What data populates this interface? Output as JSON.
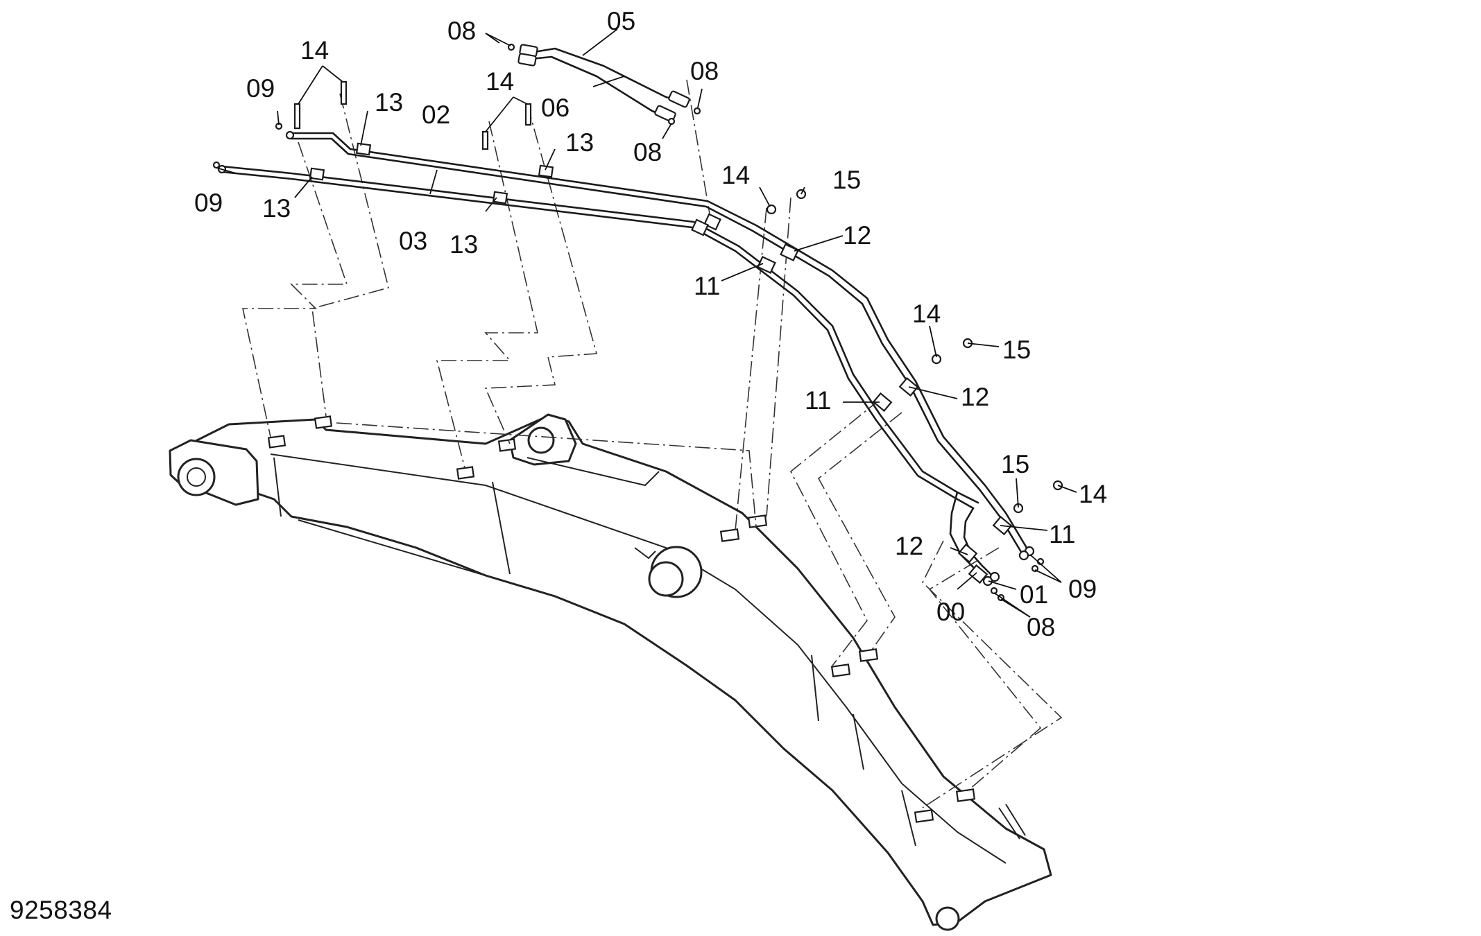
{
  "drawing": {
    "number": "9258384",
    "callouts": [
      {
        "id": "c-05",
        "text": "05"
      },
      {
        "id": "c-08-top",
        "text": "08"
      },
      {
        "id": "c-08-right",
        "text": "08"
      },
      {
        "id": "c-08-mid",
        "text": "08"
      },
      {
        "id": "c-08-bottom",
        "text": "08"
      },
      {
        "id": "c-06",
        "text": "06"
      },
      {
        "id": "c-14-a",
        "text": "14"
      },
      {
        "id": "c-14-b",
        "text": "14"
      },
      {
        "id": "c-14-c",
        "text": "14"
      },
      {
        "id": "c-14-d",
        "text": "14"
      },
      {
        "id": "c-14-e",
        "text": "14"
      },
      {
        "id": "c-09-a",
        "text": "09"
      },
      {
        "id": "c-09-b",
        "text": "09"
      },
      {
        "id": "c-09-c",
        "text": "09"
      },
      {
        "id": "c-13-a",
        "text": "13"
      },
      {
        "id": "c-13-b",
        "text": "13"
      },
      {
        "id": "c-13-c",
        "text": "13"
      },
      {
        "id": "c-13-d",
        "text": "13"
      },
      {
        "id": "c-02",
        "text": "02"
      },
      {
        "id": "c-03",
        "text": "03"
      },
      {
        "id": "c-15-a",
        "text": "15"
      },
      {
        "id": "c-15-b",
        "text": "15"
      },
      {
        "id": "c-15-c",
        "text": "15"
      },
      {
        "id": "c-12-a",
        "text": "12"
      },
      {
        "id": "c-12-b",
        "text": "12"
      },
      {
        "id": "c-12-c",
        "text": "12"
      },
      {
        "id": "c-11-a",
        "text": "11"
      },
      {
        "id": "c-11-b",
        "text": "11"
      },
      {
        "id": "c-11-c",
        "text": "11"
      },
      {
        "id": "c-01",
        "text": "01"
      },
      {
        "id": "c-00",
        "text": "00"
      }
    ]
  }
}
